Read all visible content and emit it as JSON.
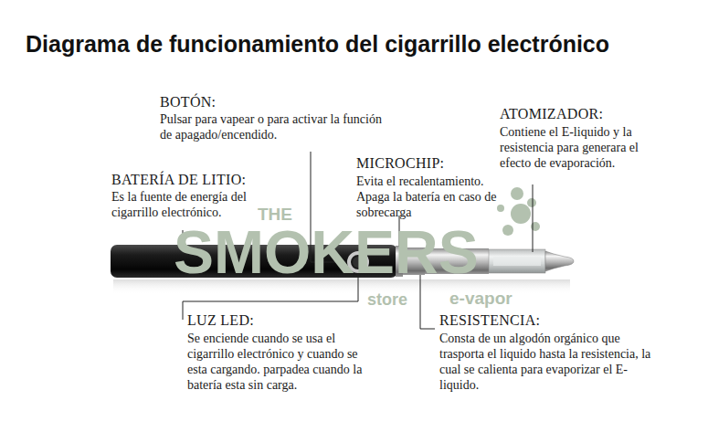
{
  "diagram": {
    "title": "Diagrama de funcionamiento del cigarrillo electrónico",
    "labels": [
      "BOTÓN:",
      "Pulsar para vapear o para activar la función de apagado/encendido.",
      "ATOMIZADOR:",
      "Contiene el E-liquido y la resistencia para generara el efecto de evaporación.",
      "BATERÍA DE LITIO:",
      "Es la fuente de energía del cigarrillo electrónico.",
      "MICROCHIP:",
      "Evita el recalentamiento. Apaga la batería en caso de sobrecarga",
      "THE",
      "SMOKERS",
      "store",
      "e-vapor",
      "LUZ LED:",
      "Se enciende cuando se usa el cigarrillo electrónico y cuando se esta cargando. parpadea cuando la batería esta sin carga.",
      "RESISTENCIA:",
      "Consta de un algodón orgánico que trasporta el liquido hasta la resistencia, la cual se calienta para evaporizar el E-liquido."
    ]
  }
}
